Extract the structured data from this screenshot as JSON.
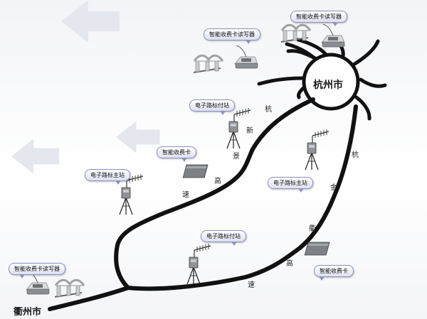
{
  "cities": {
    "hangzhou": "杭州市",
    "quzhou": "衢州市"
  },
  "road_labels": {
    "hang_xin_jing_expressway": [
      "杭",
      "新",
      "景",
      "高",
      "速"
    ],
    "hang_jin_qu_expressway": [
      "杭",
      "金",
      "衢",
      "高",
      "速"
    ]
  },
  "callouts": {
    "reader_quzhou": "智能收费卡读写器",
    "reader_upper_mid": "智能收费卡读写器",
    "reader_hangzhou": "智能收费卡读写器",
    "payment_station": "电子路标付站",
    "main_station_left": "电子路标主站",
    "main_station_right": "电子路标主站",
    "sub_station_bottom": "电子路标付站",
    "card_middle": "智能收费卡",
    "card_lower_right": "智能收费卡"
  },
  "icons": {
    "arrows": "left-arrow-icon",
    "station": "antenna-tower-icon",
    "reader": "card-reader-icon",
    "card": "smart-card-icon",
    "toll_gate": "toll-gate-icon",
    "hub": "sun-hub-icon"
  },
  "colors": {
    "road": "#111111",
    "bubble_border": "#8d92c0",
    "arrow": "#e4e7ee"
  }
}
